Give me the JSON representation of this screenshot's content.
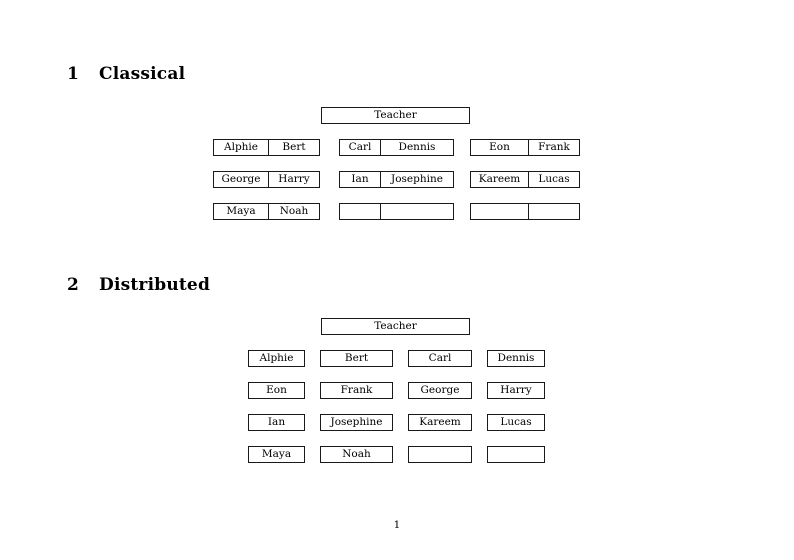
{
  "document": {
    "page_number": "1",
    "sections": [
      {
        "number": "1",
        "title": "Classical",
        "root": {
          "label": "Teacher"
        },
        "layout": "paired-cells",
        "groups": [
          {
            "group_index": 1,
            "rows": [
              {
                "cells": [
                  "Alphie",
                  "Bert"
                ]
              },
              {
                "cells": [
                  "George",
                  "Harry"
                ]
              },
              {
                "cells": [
                  "Maya",
                  "Noah"
                ]
              }
            ]
          },
          {
            "group_index": 2,
            "rows": [
              {
                "cells": [
                  "Carl",
                  "Dennis"
                ]
              },
              {
                "cells": [
                  "Ian",
                  "Josephine"
                ]
              },
              {
                "cells": [
                  "",
                  ""
                ]
              }
            ]
          },
          {
            "group_index": 3,
            "rows": [
              {
                "cells": [
                  "Eon",
                  "Frank"
                ]
              },
              {
                "cells": [
                  "Kareem",
                  "Lucas"
                ]
              },
              {
                "cells": [
                  "",
                  ""
                ]
              }
            ]
          }
        ]
      },
      {
        "number": "2",
        "title": "Distributed",
        "root": {
          "label": "Teacher"
        },
        "layout": "individual-boxes",
        "grid": [
          [
            "Alphie",
            "Bert",
            "Carl",
            "Dennis"
          ],
          [
            "Eon",
            "Frank",
            "George",
            "Harry"
          ],
          [
            "Ian",
            "Josephine",
            "Kareem",
            "Lucas"
          ],
          [
            "Maya",
            "Noah",
            "",
            ""
          ]
        ]
      }
    ]
  }
}
